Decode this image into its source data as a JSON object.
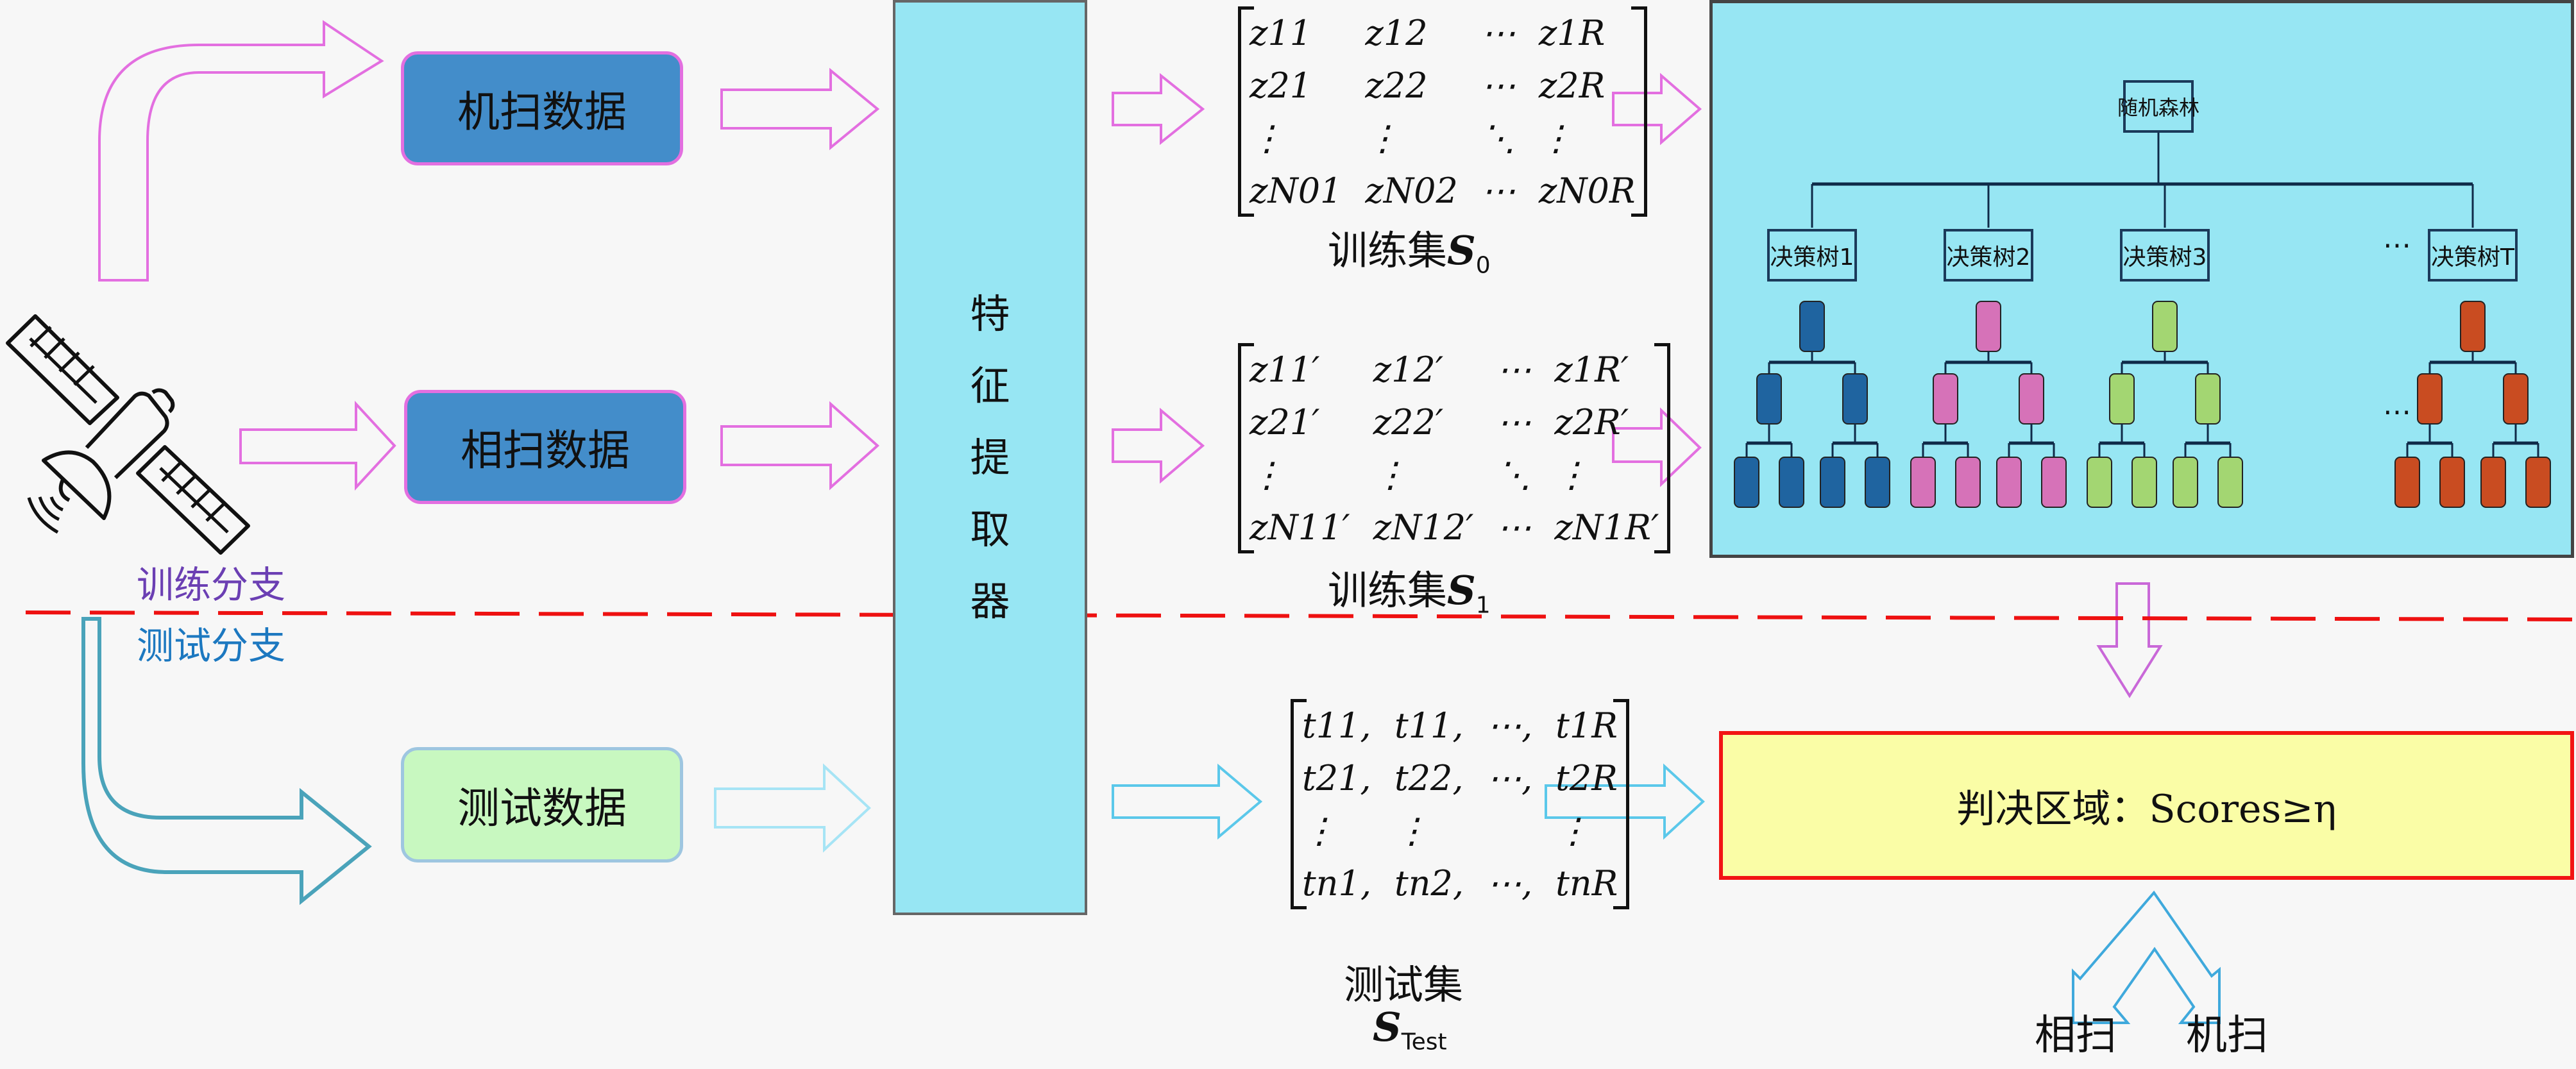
{
  "diagram": {
    "training_branch": {
      "label": "训练分支",
      "sources": [
        "机扫数据",
        "相扫数据"
      ],
      "training_sets": [
        {
          "caption": "训练集",
          "symbol": "S",
          "subscript": "0",
          "rows": [
            [
              "z11",
              "z12",
              "⋯",
              "z1R"
            ],
            [
              "z21",
              "z22",
              "⋯",
              "z2R"
            ],
            [
              "⋮",
              "⋮",
              "⋱",
              "⋮"
            ],
            [
              "zN01",
              "zN02",
              "⋯",
              "zN0R"
            ]
          ]
        },
        {
          "caption": "训练集",
          "symbol": "S",
          "subscript": "1",
          "rows": [
            [
              "z11′",
              "z12′",
              "⋯",
              "z1R′"
            ],
            [
              "z21′",
              "z22′",
              "⋯",
              "z2R′"
            ],
            [
              "⋮",
              "⋮",
              "⋱",
              "⋮"
            ],
            [
              "zN11′",
              "zN12′",
              "⋯",
              "zN1R′"
            ]
          ]
        }
      ]
    },
    "testing_branch": {
      "label": "测试分支",
      "source": "测试数据",
      "test_set": {
        "caption": "测试集",
        "symbol": "S",
        "subscript": "Test",
        "rows": [
          [
            "t11,",
            "t11,",
            "⋯,",
            "t1R"
          ],
          [
            "t21,",
            "t22,",
            "⋯,",
            "t2R"
          ],
          [
            "⋮",
            "⋮",
            "",
            "⋮"
          ],
          [
            "tn1,",
            "tn2,",
            "⋯,",
            "tnR"
          ]
        ]
      }
    },
    "feature_extractor": [
      "特",
      "征",
      "提",
      "取",
      "器"
    ],
    "random_forest": {
      "root": "随机森林",
      "trees": [
        "决策树1",
        "决策树2",
        "决策树3",
        "决策树T"
      ],
      "ellipsis": "⋯",
      "tree_colors": [
        "#1f64a0",
        "#d672b8",
        "#a3d672",
        "#c94c21"
      ]
    },
    "decision": {
      "label": "判决区域：Scores≥η"
    },
    "outputs": [
      "相扫",
      "机扫"
    ],
    "colors": {
      "background": "#f7f7f7",
      "panel_cyan": "#97e6f3",
      "training_arrow": "#e36fe0",
      "testing_arrow": "#5bc8ea",
      "divider": "#ee1111",
      "decision_fill": "#fafda6",
      "decision_border": "#f21414"
    }
  }
}
